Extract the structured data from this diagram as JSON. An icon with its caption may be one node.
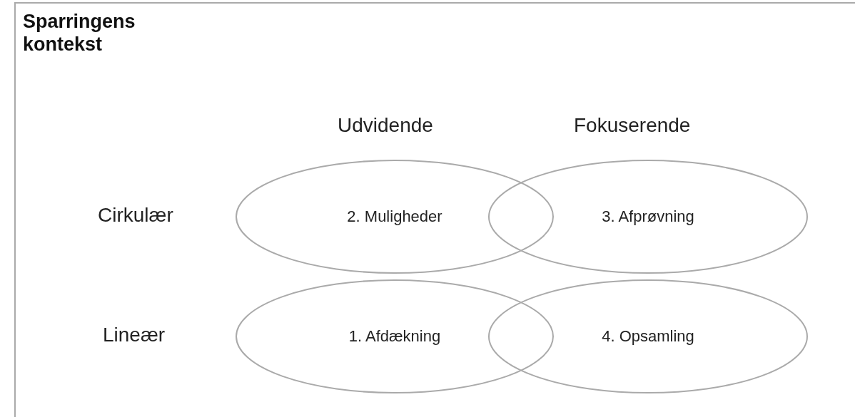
{
  "diagram": {
    "title": "Sparringens kontekst",
    "nodes": [
      {
        "text": [
          "2. Muligheder"
        ]
      },
      {
        "text": [
          "3. Afprøvning"
        ]
      },
      {
        "text": [
          "1. Afdækning"
        ]
      },
      {
        "text": [
          "4. Opsamling"
        ]
      }
    ],
    "labels": [
      "Udvidende",
      "Fokuserende",
      "Cirkulær",
      "Lineær"
    ]
  }
}
